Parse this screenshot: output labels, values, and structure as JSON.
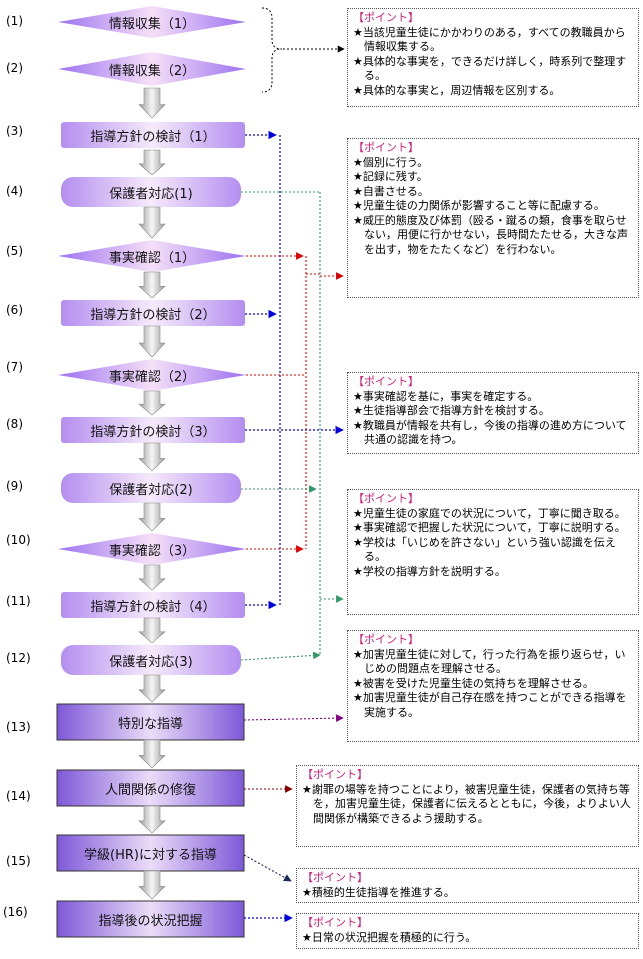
{
  "steps": [
    {
      "num": "(1)",
      "label": "情報収集（1）"
    },
    {
      "num": "(2)",
      "label": "情報収集（2）"
    },
    {
      "num": "(3)",
      "label": "指導方針の検討（1）"
    },
    {
      "num": "(4)",
      "label": "保護者対応(1)"
    },
    {
      "num": "(5)",
      "label": "事実確認（1）"
    },
    {
      "num": "(6)",
      "label": "指導方針の検討（2）"
    },
    {
      "num": "(7)",
      "label": "事実確認（2）"
    },
    {
      "num": "(8)",
      "label": "指導方針の検討（3）"
    },
    {
      "num": "(9)",
      "label": "保護者対応(2)"
    },
    {
      "num": "(10)",
      "label": "事実確認（3）"
    },
    {
      "num": "(11)",
      "label": "指導方針の検討（4）"
    },
    {
      "num": "(12)",
      "label": "保護者対応(3)"
    },
    {
      "num": "(13)",
      "label": "特別な指導"
    },
    {
      "num": "(14)",
      "label": "人間関係の修復"
    },
    {
      "num": "(15)",
      "label": "学級(HR)に対する指導"
    },
    {
      "num": "(16)",
      "label": "指導後の状況把握"
    }
  ],
  "points": [
    {
      "title": "【ポイント】",
      "lines": [
        "★当該児童生徒にかかわりのある，すべての教職員から情報収集する。",
        "★具体的な事実を，できるだけ詳しく，時系列で整理する。",
        "★具体的な事実と，周辺情報を区別する。"
      ]
    },
    {
      "title": "【ポイント】",
      "lines": [
        "★個別に行う。",
        "★記録に残す。",
        "★自書させる。",
        "★児童生徒の力関係が影響すること等に配慮する。",
        "★威圧的態度及び体罰（殴る・蹴るの類，食事を取らせない，用便に行かせない，長時間たたせる，大きな声を出す，物をたたくなど）を行わない。"
      ]
    },
    {
      "title": "【ポイント】",
      "lines": [
        "★事実確認を基に，事実を確定する。",
        "★生徒指導部会で指導方針を検討する。",
        "★教職員が情報を共有し，今後の指導の進め方について共通の認識を持つ。"
      ]
    },
    {
      "title": "【ポイント】",
      "lines": [
        "★児童生徒の家庭での状況について，丁寧に聞き取る。",
        "★事実確認で把握した状況について，丁寧に説明する。",
        "★学校は「いじめを許さない」という強い認識を伝える。",
        "★学校の指導方針を説明する。"
      ]
    },
    {
      "title": "【ポイント】",
      "lines": [
        "★加害児童生徒に対して，行った行為を振り返らせ，いじめの問題点を理解させる。",
        "★被害を受けた児童生徒の気持ちを理解させる。",
        "★加害児童生徒が自己存在感を持つことができる指導を実施する。"
      ]
    },
    {
      "title": "【ポイント】",
      "lines": [
        "★謝罪の場等を持つことにより，被害児童生徒，保護者の気持ち等を，加害児童生徒，保護者に伝えるとともに，今後，よりよい人間関係が構築できるよう援助する。"
      ]
    },
    {
      "title": "【ポイント】",
      "lines": [
        "★積極的生徒指導を推進する。"
      ]
    },
    {
      "title": "【ポイント】",
      "lines": [
        "★日常の状況把握を積極的に行う。"
      ]
    }
  ],
  "colors": {
    "blue": "#0000dd",
    "red": "#dd0000",
    "green": "#339966",
    "purple": "#800080",
    "maroon": "#880000",
    "navy": "#1a2a5a",
    "pink": "#d0207a"
  }
}
